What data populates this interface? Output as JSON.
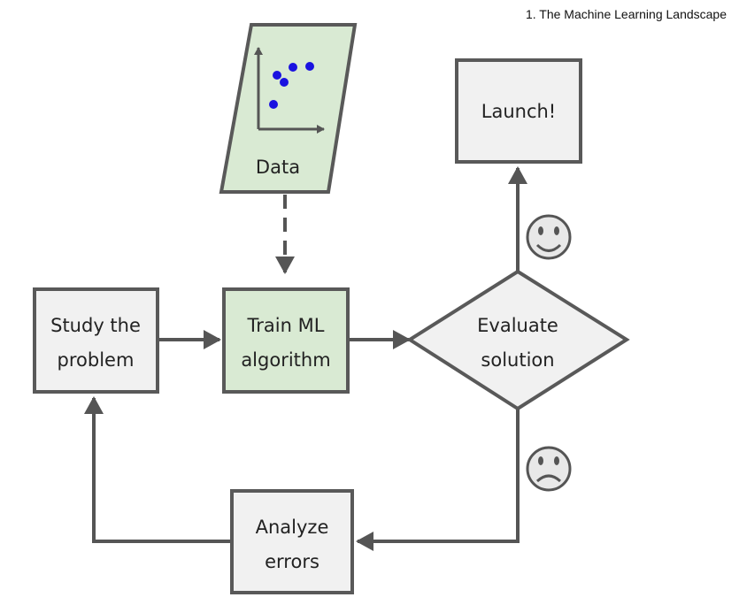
{
  "header": {
    "chapter": "1. The Machine Learning Landscape"
  },
  "nodes": {
    "data": "Data",
    "launch": "Launch!",
    "study": {
      "line1": "Study the",
      "line2": "problem"
    },
    "train": {
      "line1": "Train ML",
      "line2": "algorithm"
    },
    "evaluate": {
      "line1": "Evaluate",
      "line2": "solution"
    },
    "analyze": {
      "line1": "Analyze",
      "line2": "errors"
    }
  },
  "icons": {
    "positive_outcome": "smiley-happy-icon",
    "negative_outcome": "smiley-sad-icon"
  },
  "colors": {
    "box_fill": "#f1f1f1",
    "box_stroke": "#595959",
    "ml_fill": "#d9ead3",
    "dot_fill": "#1a12e0",
    "arrow": "#555555"
  }
}
